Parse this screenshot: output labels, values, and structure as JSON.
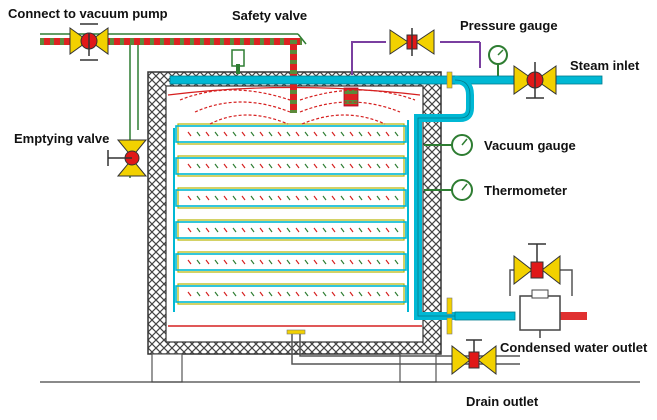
{
  "labels": {
    "vacuum_pump": "Connect to vacuum pump",
    "safety_valve": "Safety valve",
    "pressure_gauge": "Pressure gauge",
    "steam_inlet": "Steam inlet",
    "emptying_valve": "Emptying valve",
    "vacuum_gauge": "Vacuum gauge",
    "thermometer": "Thermometer",
    "condensed_water_outlet": "Condensed water outlet",
    "drain_outlet": "Drain outlet"
  },
  "colors": {
    "frame": "#5a5a5a",
    "steam_pipe": "#00b8d4",
    "tray": "#9a9a00",
    "hot_pipe": "#d62020",
    "valve_red": "#e01818",
    "valve_yellow": "#f2d100",
    "vacuum_pipe": "#2e7d32",
    "condensate_pipe": "#e03030"
  },
  "shelf_count": 6
}
